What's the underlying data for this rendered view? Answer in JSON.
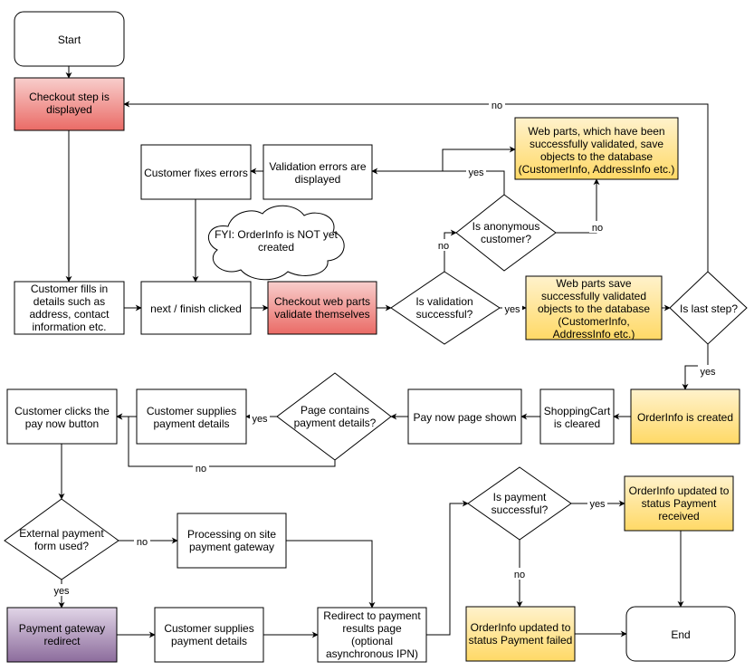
{
  "colors": {
    "red_top": "#f8cecc",
    "red_bottom": "#ea6b66",
    "yellow_top": "#fff2cc",
    "yellow_bottom": "#ffd966",
    "purple_top": "#e1d5e7",
    "purple_bottom": "#8c6c9c",
    "white": "#ffffff",
    "stroke": "#000000"
  },
  "nodes": {
    "start": "Start",
    "checkout_step": "Checkout step is displayed",
    "customer_fills": "Customer fills in details such as address, contact information etc.",
    "next_finish": "next / finish clicked",
    "customer_fixes": "Customer fixes errors",
    "validation_errors": "Validation errors are displayed",
    "fyi_note": "FYI: OrderInfo is NOT yet created",
    "checkout_validate": "Checkout web parts validate themselves",
    "is_validation": "Is validation successful?",
    "is_anonymous": "Is anonymous customer?",
    "web_parts_validated": "Web parts, which have been successfully validated, save objects to the database (CustomerInfo, AddressInfo etc.)",
    "web_parts_save": "Web parts save successfully validated objects to the database (CustomerInfo, AddressInfo etc.)",
    "is_last_step": "Is last step?",
    "orderinfo_created": "OrderInfo is created",
    "shoppingcart_cleared": "ShoppingCart is cleared",
    "pay_now_shown": "Pay now page shown",
    "page_contains": "Page contains payment details?",
    "customer_supplies_1": "Customer supplies payment details",
    "customer_clicks": "Customer clicks the pay now button",
    "external_payment": "External payment form used?",
    "processing_onsite": "Processing on site payment gateway",
    "payment_gateway_redirect": "Payment gateway redirect",
    "customer_supplies_2": "Customer supplies payment details",
    "redirect_results": "Redirect to payment results page (optional asynchronous IPN)",
    "is_payment": "Is payment successful?",
    "orderinfo_received": "OrderInfo updated to status Payment received",
    "orderinfo_failed": "OrderInfo updated to status Payment failed",
    "end": "End"
  },
  "edges": {
    "no_last": "no",
    "yes_anonymous": "yes",
    "no_anonymous": "no",
    "no_validation": "no",
    "yes_validation": "yes",
    "yes_last": "yes",
    "yes_page": "yes",
    "no_page": "no",
    "no_external": "no",
    "yes_external": "yes",
    "yes_payment": "yes",
    "no_payment": "no"
  }
}
